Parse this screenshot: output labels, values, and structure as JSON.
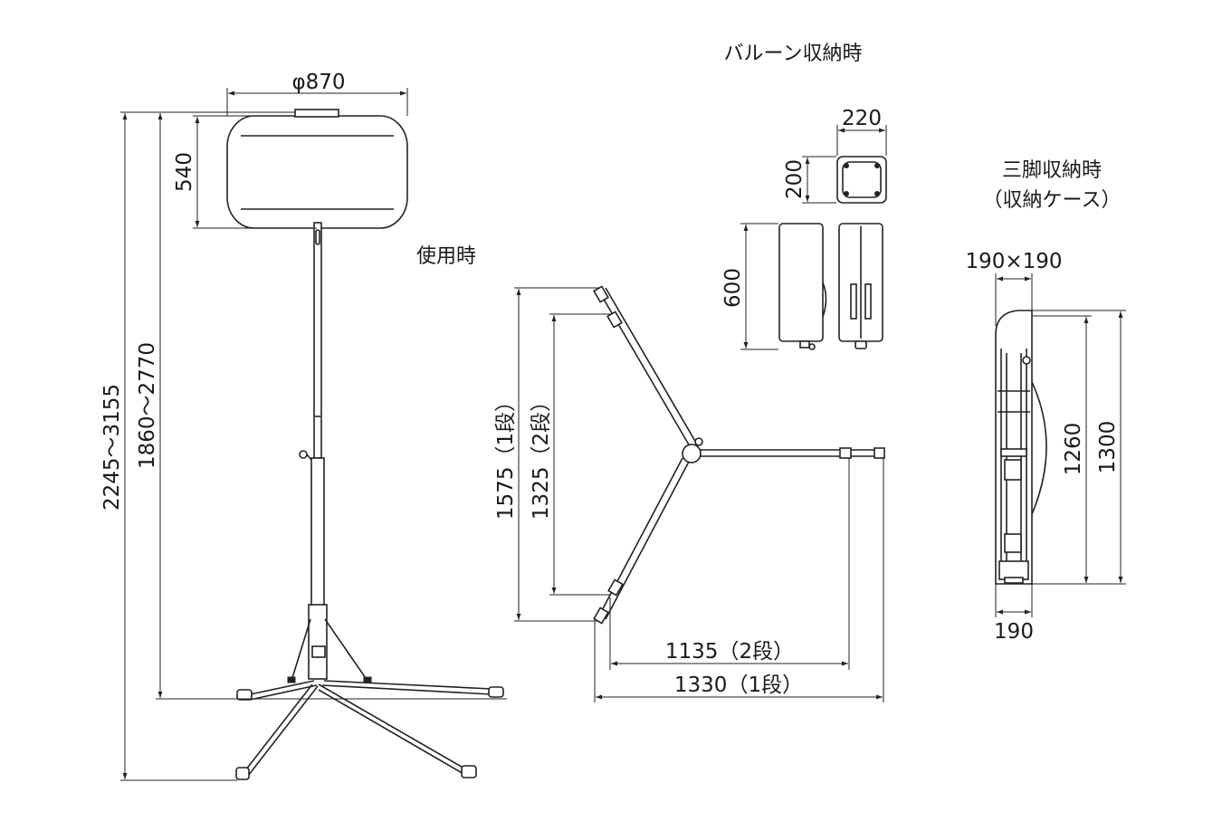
{
  "labels": {
    "in_use": "使用時",
    "balloon_stored": "バルーン収納時",
    "tripod_stored_line1": "三脚収納時",
    "tripod_stored_line2": "（収納ケース）"
  },
  "dimensions": {
    "balloon_diameter": "φ870",
    "balloon_height": "540",
    "total_height_range": "2245～3155",
    "pole_height_range": "1860～2770",
    "leg_span_1_stage_v": "1575（1段）",
    "leg_span_2_stage_v": "1325（2段）",
    "leg_span_2_stage_h": "1135（2段）",
    "leg_span_1_stage_h": "1330（1段）",
    "case_width": "220",
    "case_depth": "200",
    "case_height": "600",
    "tripod_case_section": "190×190",
    "tripod_case_inner_height": "1260",
    "tripod_case_outer_height": "1300",
    "tripod_case_width": "190"
  }
}
